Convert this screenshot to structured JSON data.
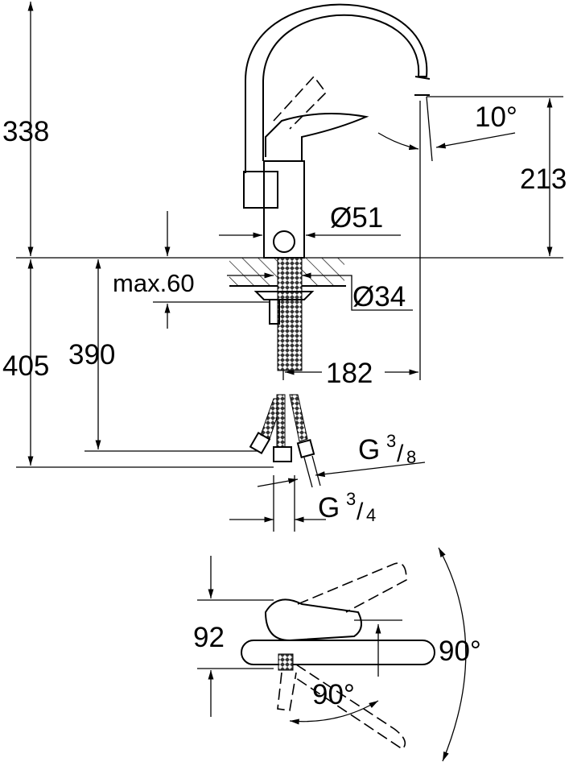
{
  "drawing": {
    "dimensions": {
      "total_height": "338",
      "spout_height": "213",
      "body_diameter": "Ø51",
      "hole_diameter": "Ø34",
      "max_counter": "max.60",
      "below_counter_total": "405",
      "below_counter_hose": "390",
      "spout_reach": "182",
      "spout_angle": "10°",
      "hose_connection_small": {
        "prefix": "G",
        "num": "3",
        "den": "8"
      },
      "hose_connection_large": {
        "prefix": "G",
        "num": "3",
        "den": "4"
      },
      "lever_height": "92",
      "lever_rotation": "90°",
      "spout_rotation": "90°"
    },
    "colors": {
      "line": "#000000",
      "background": "#ffffff"
    }
  }
}
